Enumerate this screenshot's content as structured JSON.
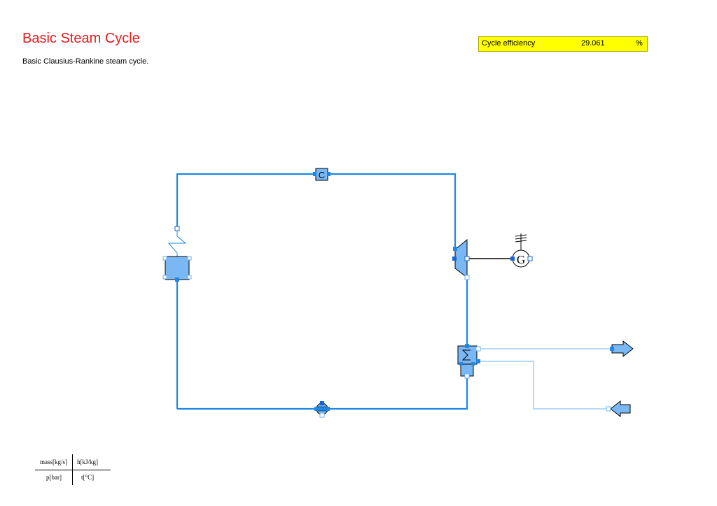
{
  "header": {
    "title": "Basic Steam Cycle",
    "subtitle": "Basic Clausius-Rankine steam cycle."
  },
  "efficiency": {
    "label": "Cycle efficiency",
    "value": "29.061",
    "unit": "%"
  },
  "diagram": {
    "compressor_symbol": "C",
    "generator_symbol": "G"
  },
  "legend": {
    "top_left": "mass[kg/s]",
    "top_right": "h[kJ/kg]",
    "bottom_left": "p[bar]",
    "bottom_right": "t[°C]"
  },
  "colors": {
    "title": "#e8191c",
    "flow_line": "#1e88e5",
    "component_fill": "#7ab8f5",
    "port": "#1565d8",
    "efficiency_bg": "#ffff00"
  }
}
